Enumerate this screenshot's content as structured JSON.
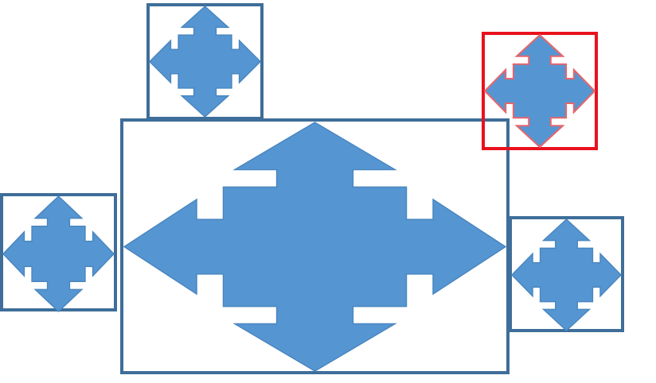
{
  "colors": {
    "background": "#ffffff",
    "frame": "#3e6e99",
    "selected_frame": "#e8121d",
    "shape_fill": "#5596d2",
    "shape_stroke": "#4a86bf",
    "selected_shape_stroke": "#e7656c"
  },
  "diagram": {
    "shape_type": "four-way-arrow",
    "boxes": [
      {
        "id": "top",
        "selected": false
      },
      {
        "id": "center",
        "selected": false
      },
      {
        "id": "left",
        "selected": false
      },
      {
        "id": "right",
        "selected": false
      },
      {
        "id": "selected",
        "selected": true
      }
    ]
  }
}
